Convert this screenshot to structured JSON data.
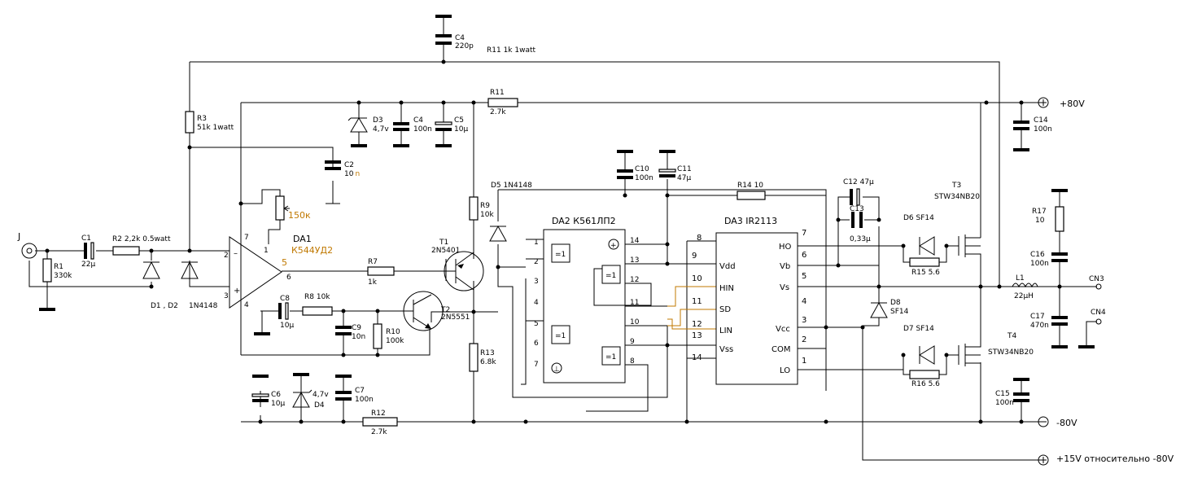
{
  "components": {
    "J": "J",
    "R1": [
      "R1",
      "330k"
    ],
    "C1": [
      "C1",
      "22µ"
    ],
    "R2": "R2   2,2k 0.5watt",
    "D1D2": "D1 , D2",
    "diode1N4148": "1N4148",
    "R3": [
      "R3",
      "51k 1watt"
    ],
    "C2": [
      "C2",
      "10",
      "n"
    ],
    "C4top": [
      "C4",
      "220p"
    ],
    "R11top": "R11   1k 1watt",
    "R11": [
      "R11",
      "2.7k"
    ],
    "D3": [
      "D3",
      "4,7v"
    ],
    "C4": [
      "C4",
      "100n"
    ],
    "C5": [
      "C5",
      "10µ"
    ],
    "pot": "150к",
    "DA1": [
      "DA1",
      "К544УД2"
    ],
    "R7": [
      "R7",
      "1k"
    ],
    "C8": [
      "C8",
      "10µ"
    ],
    "R8": "R8   10k",
    "C9": [
      "C9",
      "10n"
    ],
    "R10": [
      "R10",
      "100k"
    ],
    "T1": [
      "T1",
      "2N5401"
    ],
    "T2": [
      "T2",
      "2N5551"
    ],
    "R9": [
      "R9",
      "10k"
    ],
    "D5": "D5  1N4148",
    "R13": [
      "R13",
      "6.8k"
    ],
    "C6": [
      "C6",
      "10µ"
    ],
    "D4": [
      "4,7v",
      "D4"
    ],
    "C7": [
      "C7",
      "100n"
    ],
    "R12": [
      "R12",
      "2.7k"
    ],
    "C10": [
      "C10",
      "100n"
    ],
    "C11": [
      "C11",
      "47µ"
    ],
    "DA2": "DA2   К561ЛП2",
    "R14": "R14   10",
    "DA3": "DA3   IR2113",
    "C12": "C12   47µ",
    "C13": [
      "C13",
      "0,33µ"
    ],
    "D6": "D6    SF14",
    "R15": "R15      5.6",
    "D8": [
      "D8",
      "SF14"
    ],
    "D7": "D7    SF14",
    "R16": "R16      5.6",
    "T3": [
      "T3",
      "STW34NB20"
    ],
    "T4": [
      "T4",
      "STW34NB20"
    ],
    "C14": [
      "C14",
      "100n"
    ],
    "R17": [
      "R17",
      "10"
    ],
    "C16": [
      "C16",
      "100n"
    ],
    "L1": [
      "L1",
      "22µH"
    ],
    "C17": [
      "C17",
      "470n"
    ],
    "C15": [
      "C15",
      "100n"
    ],
    "CN3": "CN3",
    "CN4": "CN4"
  },
  "rails": {
    "plus80": "+80V",
    "minus80": "-80V",
    "plus15": "+15V относительно -80V"
  },
  "xor_label": "=1",
  "da1_pins": [
    "7",
    "1",
    "2",
    "5",
    "6",
    "3",
    "4"
  ],
  "da2_pins": [
    "1",
    "2",
    "3",
    "4",
    "5",
    "6",
    "7",
    "14",
    "13",
    "12",
    "11",
    "10",
    "9",
    "8"
  ],
  "da3_left": [
    {
      "num": "8",
      "name": ""
    },
    {
      "num": "9",
      "name": "Vdd"
    },
    {
      "num": "10",
      "name": "HIN"
    },
    {
      "num": "11",
      "name": "SD"
    },
    {
      "num": "12",
      "name": "LIN"
    },
    {
      "num": "13",
      "name": "Vss"
    },
    {
      "num": "14",
      "name": ""
    }
  ],
  "da3_right": [
    {
      "num": "7",
      "name": "HO"
    },
    {
      "num": "6",
      "name": "Vb"
    },
    {
      "num": "5",
      "name": "Vs"
    },
    {
      "num": "4",
      "name": ""
    },
    {
      "num": "3",
      "name": "Vcc"
    },
    {
      "num": "2",
      "name": "COM"
    },
    {
      "num": "1",
      "name": "LO"
    }
  ]
}
